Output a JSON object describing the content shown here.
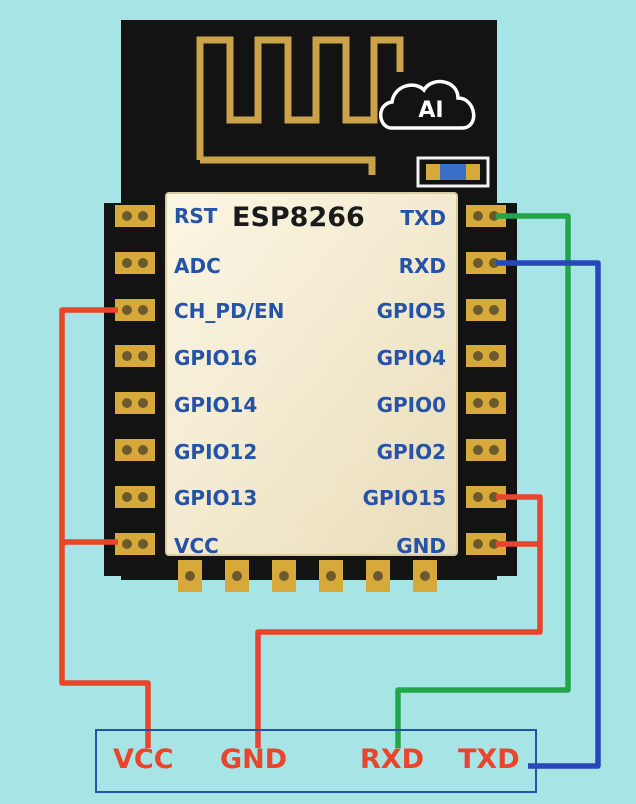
{
  "module": {
    "title": "ESP8266",
    "logo_text": "AI",
    "left_pins": [
      "RST",
      "ADC",
      "CH_PD/EN",
      "GPIO16",
      "GPIO14",
      "GPIO12",
      "GPIO13",
      "VCC"
    ],
    "right_pins": [
      "TXD",
      "RXD",
      "GPIO5",
      "GPIO4",
      "GPIO0",
      "GPIO2",
      "GPIO15",
      "GND"
    ]
  },
  "connector": {
    "labels": [
      "VCC",
      "GND",
      "RXD",
      "TXD"
    ]
  },
  "wires": [
    {
      "name": "power",
      "color": "#e8452c"
    },
    {
      "name": "ground",
      "color": "#e8452c"
    },
    {
      "name": "tx-to-rx",
      "color": "#23a64a"
    },
    {
      "name": "rx-to-tx",
      "color": "#2747b6"
    }
  ],
  "colors": {
    "background": "#a6e4e6",
    "board": "#131313",
    "antenna": "#c9a24a",
    "pad": "#d6a93a",
    "label": "#2453a8",
    "connector_text": "#e8452c"
  }
}
